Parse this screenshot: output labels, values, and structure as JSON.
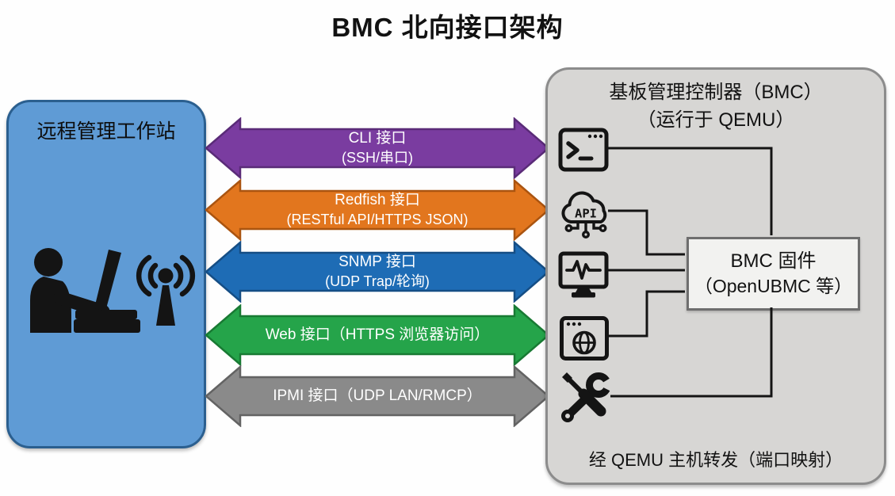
{
  "title": "BMC 北向接口架构",
  "workstation": {
    "label": "远程管理工作站"
  },
  "arrows": [
    {
      "name": "CLI",
      "line1": "CLI 接口",
      "line2": "(SSH/串口)",
      "fill": "#7a3ca0",
      "stroke": "#5a2b78"
    },
    {
      "name": "Redfish",
      "line1": "Redfish 接口",
      "line2": "(RESTful API/HTTPS JSON)",
      "fill": "#e2761e",
      "stroke": "#aa5410"
    },
    {
      "name": "SNMP",
      "line1": "SNMP 接口",
      "line2": "(UDP Trap/轮询)",
      "fill": "#1e6cb5",
      "stroke": "#154e85"
    },
    {
      "name": "Web",
      "line1": "Web 接口（HTTPS 浏览器访问）",
      "line2": "",
      "fill": "#25a44a",
      "stroke": "#187a33"
    },
    {
      "name": "IPMI",
      "line1": "IPMI 接口（UDP LAN/RMCP）",
      "line2": "",
      "fill": "#8a8a8a",
      "stroke": "#636363"
    }
  ],
  "bmc": {
    "title_line1": "基板管理控制器（BMC）",
    "title_line2": "（运行于 QEMU）",
    "firmware": {
      "line1": "BMC 固件",
      "line2": "（OpenUBMC 等）"
    },
    "footer": "经 QEMU 主机转发（端口映射）",
    "api_label": "API",
    "icons": [
      "terminal-icon",
      "api-cloud-icon",
      "monitor-pulse-icon",
      "browser-globe-icon",
      "tools-icon"
    ]
  },
  "colors": {
    "background": "#fefefe",
    "workstation_fill": "#5f9bd5",
    "workstation_border": "#2b5f8f",
    "bmc_fill": "#d7d6d4",
    "bmc_border": "#8c8c8c",
    "firmware_fill": "#f2f2f0",
    "firmware_border": "#6e6e6e",
    "connector": "#141414",
    "icon": "#141414",
    "arrow_text": "#ffffff",
    "text": "#121212"
  }
}
